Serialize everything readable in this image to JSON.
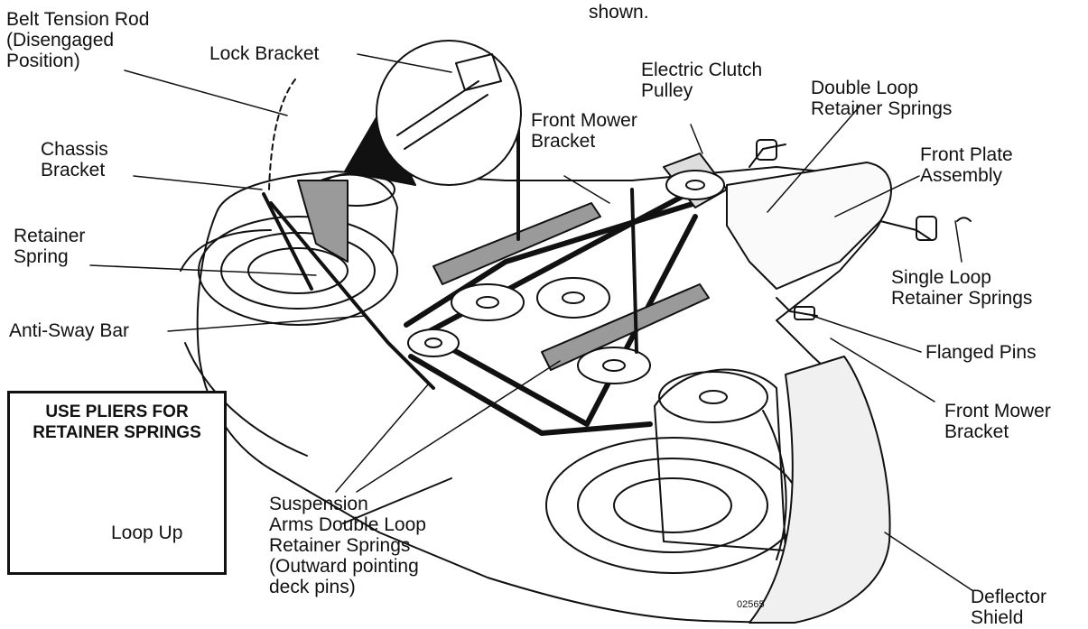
{
  "header_fragment": "shown.",
  "labels": {
    "belt_tension_rod": "Belt Tension Rod\n(Disengaged\nPosition)",
    "lock_bracket": "Lock Bracket",
    "chassis_bracket": "Chassis\nBracket",
    "retainer_spring": "Retainer\nSpring",
    "anti_sway_bar": "Anti-Sway Bar",
    "front_mower_bracket_top": "Front Mower\nBracket",
    "electric_clutch_pulley": "Electric Clutch\nPulley",
    "double_loop_retainer_springs": "Double Loop\nRetainer Springs",
    "front_plate_assembly": "Front Plate\nAssembly",
    "single_loop_retainer_springs": "Single Loop\nRetainer Springs",
    "flanged_pins": "Flanged Pins",
    "front_mower_bracket_right": "Front Mower\nBracket",
    "suspension_arms": "Suspension\nArms Double Loop\nRetainer Springs\n(Outward pointing\ndeck pins)",
    "deflector_shield": "Deflector\nShield"
  },
  "pliers_inset": {
    "title": "USE PLIERS FOR\nRETAINER SPRINGS",
    "caption": "Loop Up"
  },
  "part_code": "02565",
  "colors": {
    "ink": "#111111",
    "belt_shade": "#9a9a9a",
    "paper": "#ffffff"
  }
}
